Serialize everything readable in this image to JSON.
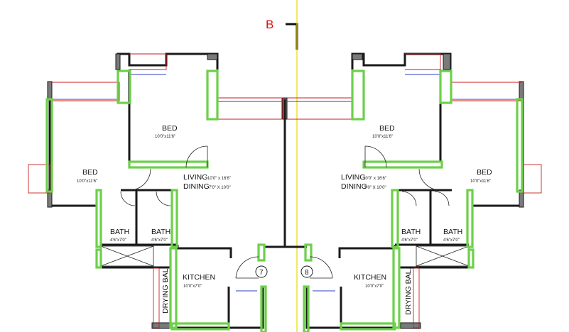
{
  "section_label": "B",
  "colors": {
    "wall": "#1a1a1a",
    "window_red": "#c81e1e",
    "window_blue": "#2a3cc8",
    "door_green": "#6cd04a",
    "axis_yellow": "#e8d800",
    "section_red": "#e01010"
  },
  "left_unit": {
    "number": "7",
    "bed1": {
      "name": "BED",
      "dim": "10'0\"x11'6\""
    },
    "bed2": {
      "name": "BED",
      "dim": "10'0\"x11'6\""
    },
    "living": {
      "name": "LIVING",
      "dim": "10'0\" x 16'6\""
    },
    "dining": {
      "name": "DINING",
      "dim": "7'0\" X 10'0\""
    },
    "bath1": {
      "name": "BATH",
      "dim": "4'6\"x7'0\""
    },
    "bath2": {
      "name": "BATH",
      "dim": "4'6\"x7'0\""
    },
    "kitchen": {
      "name": "KITCHEN",
      "dim": "10'0\"x7'0\""
    },
    "drying": {
      "name": "DRYING BAL."
    }
  },
  "right_unit": {
    "number": "8",
    "bed1": {
      "name": "BED",
      "dim": "10'0\"x11'6\""
    },
    "bed2": {
      "name": "BED",
      "dim": "10'0\"x11'6\""
    },
    "living": {
      "name": "LIVING",
      "dim": "10'0\" x 16'6\""
    },
    "dining": {
      "name": "DINING",
      "dim": "7'0\" X 10'0\""
    },
    "bath1": {
      "name": "BATH",
      "dim": "4'6\"x7'0\""
    },
    "bath2": {
      "name": "BATH",
      "dim": "4'6\"x7'0\""
    },
    "kitchen": {
      "name": "KITCHEN",
      "dim": "10'0\"x7'0\""
    },
    "drying": {
      "name": "DRYING BAL."
    }
  }
}
